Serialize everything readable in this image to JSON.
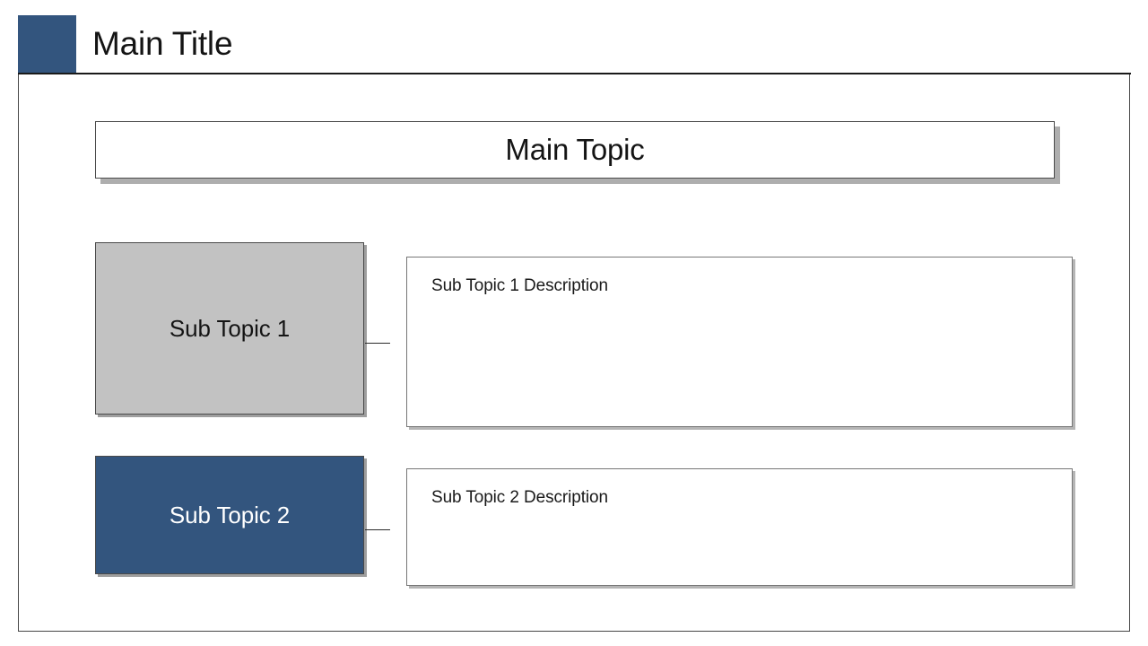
{
  "slide": {
    "title": "Main Title",
    "main_topic": "Main Topic",
    "accent_color": "#33557e",
    "rows": [
      {
        "node_label": "Sub Topic 1",
        "node_fill": "#c2c2c2",
        "node_text_color": "#141414",
        "description": "Sub Topic 1 Description"
      },
      {
        "node_label": "Sub Topic 2",
        "node_fill": "#33557e",
        "node_text_color": "#ffffff",
        "description": "Sub Topic 2 Description"
      }
    ]
  }
}
